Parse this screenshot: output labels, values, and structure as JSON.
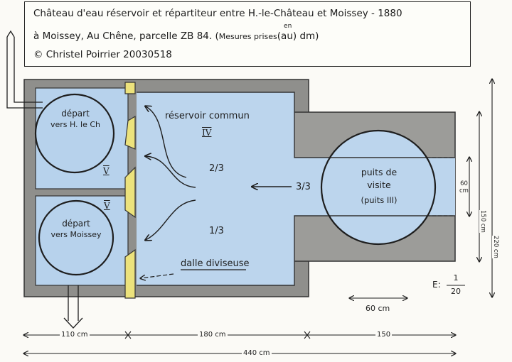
{
  "title": {
    "line1": "Château d'eau réservoir et répartiteur entre H.-le-Château et Moissey - 1880",
    "line2_main": "à Moissey, Au Chêne, parcelle ZB 84. (",
    "line2_small": "Mesures prises",
    "line2_over": "en",
    "line2_under": "au",
    "line2_end": "dm)",
    "line3": "© Christel Poirrier  20030518"
  },
  "labels": {
    "depart_top_1": "départ",
    "depart_top_2": "vers H. le Ch",
    "depart_bottom_1": "départ",
    "depart_bottom_2": "vers Moissey",
    "roman_top": "V",
    "roman_bottom": "V",
    "reservoir": "réservoir commun",
    "reservoir_num": "IV",
    "two_thirds": "2/3",
    "one_third": "1/3",
    "three_thirds": "3/3",
    "puits_1": "puits de",
    "puits_2": "visite",
    "puits_3": "(puits III)",
    "dalle": "dalle diviseuse",
    "scale_e": "E:",
    "scale_num": "1",
    "scale_den": "20"
  },
  "dimensions": {
    "d110": "110 cm",
    "d180": "180 cm",
    "d150": "150",
    "d440": "440 cm",
    "d60_bottom": "60 cm",
    "d60_right_a": "60",
    "d60_right_b": "cm",
    "d150_right": "150 cm",
    "d220_right": "220 cm"
  },
  "colors": {
    "water": "#b7d2ec",
    "wall": "#8f8f8c",
    "ink": "#1e1e1e",
    "slab": "#ece27c"
  }
}
